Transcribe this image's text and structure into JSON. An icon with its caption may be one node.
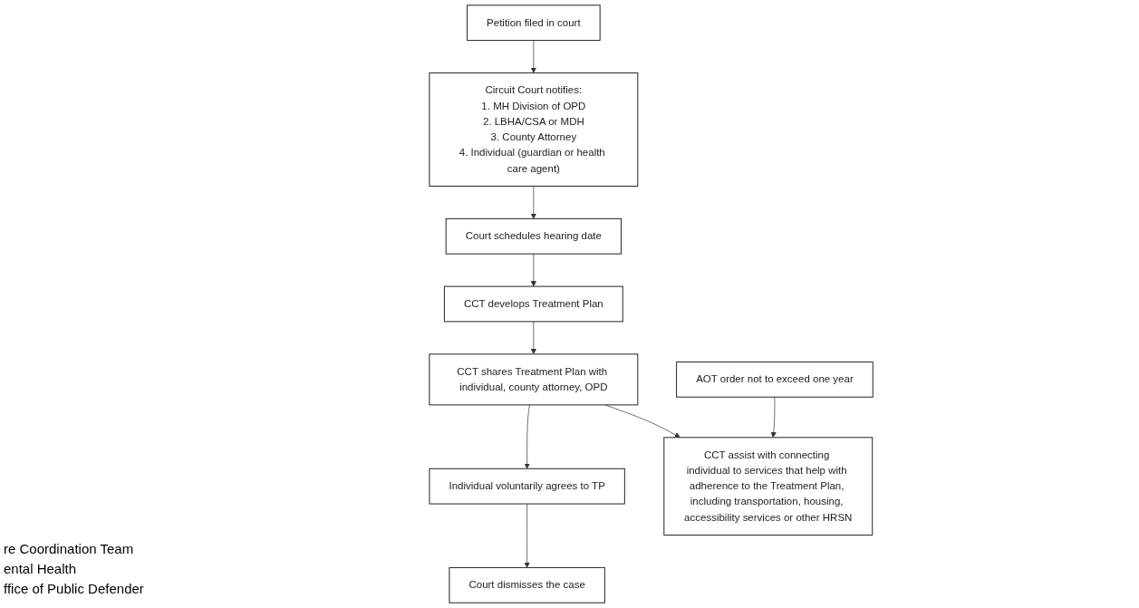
{
  "diagram": {
    "nodes": [
      {
        "text": [
          "Petition filed in court"
        ]
      },
      {
        "text": [
          "Court schedules hearing date"
        ]
      },
      {
        "text": [
          "CCT develops Treatment Plan"
        ]
      },
      {
        "text": [
          "Circuit Court notifies:",
          "1. MH Division of OPD",
          "2. LBHA/CSA or MDH",
          "3. County Attorney",
          "4. Individual (guardian or health care agent)"
        ]
      },
      {
        "text": [
          "CCT shares Treatment Plan with individual, county attorney, OPD"
        ]
      },
      {
        "text": [
          "Individual voluntarily agrees to TP"
        ]
      },
      {
        "text": [
          "Court dismisses the case"
        ]
      },
      {
        "text": [
          "CCT assist with connecting individual to services that help with adherence to the Treatment Plan, including transportation, housing, accessibility services or other HRSN"
        ]
      },
      {
        "text": [
          "AOT order not to exceed one year"
        ]
      }
    ],
    "edges": [
      {
        "from": 0,
        "to": 3,
        "arrow": "to"
      },
      {
        "from": 3,
        "to": 1,
        "arrow": "to"
      },
      {
        "from": 1,
        "to": 2,
        "arrow": "to"
      },
      {
        "from": 2,
        "to": 4,
        "arrow": "to"
      },
      {
        "from": 4,
        "to": 5,
        "arrow": "to"
      },
      {
        "from": 5,
        "to": 6,
        "arrow": "to"
      },
      {
        "from": 4,
        "to": 7,
        "arrow": "to"
      },
      {
        "from": 8,
        "to": 7,
        "arrow": "to"
      }
    ],
    "labels": [
      "re Coordination Team",
      "ental Health",
      "ffice of Public Defender"
    ]
  }
}
